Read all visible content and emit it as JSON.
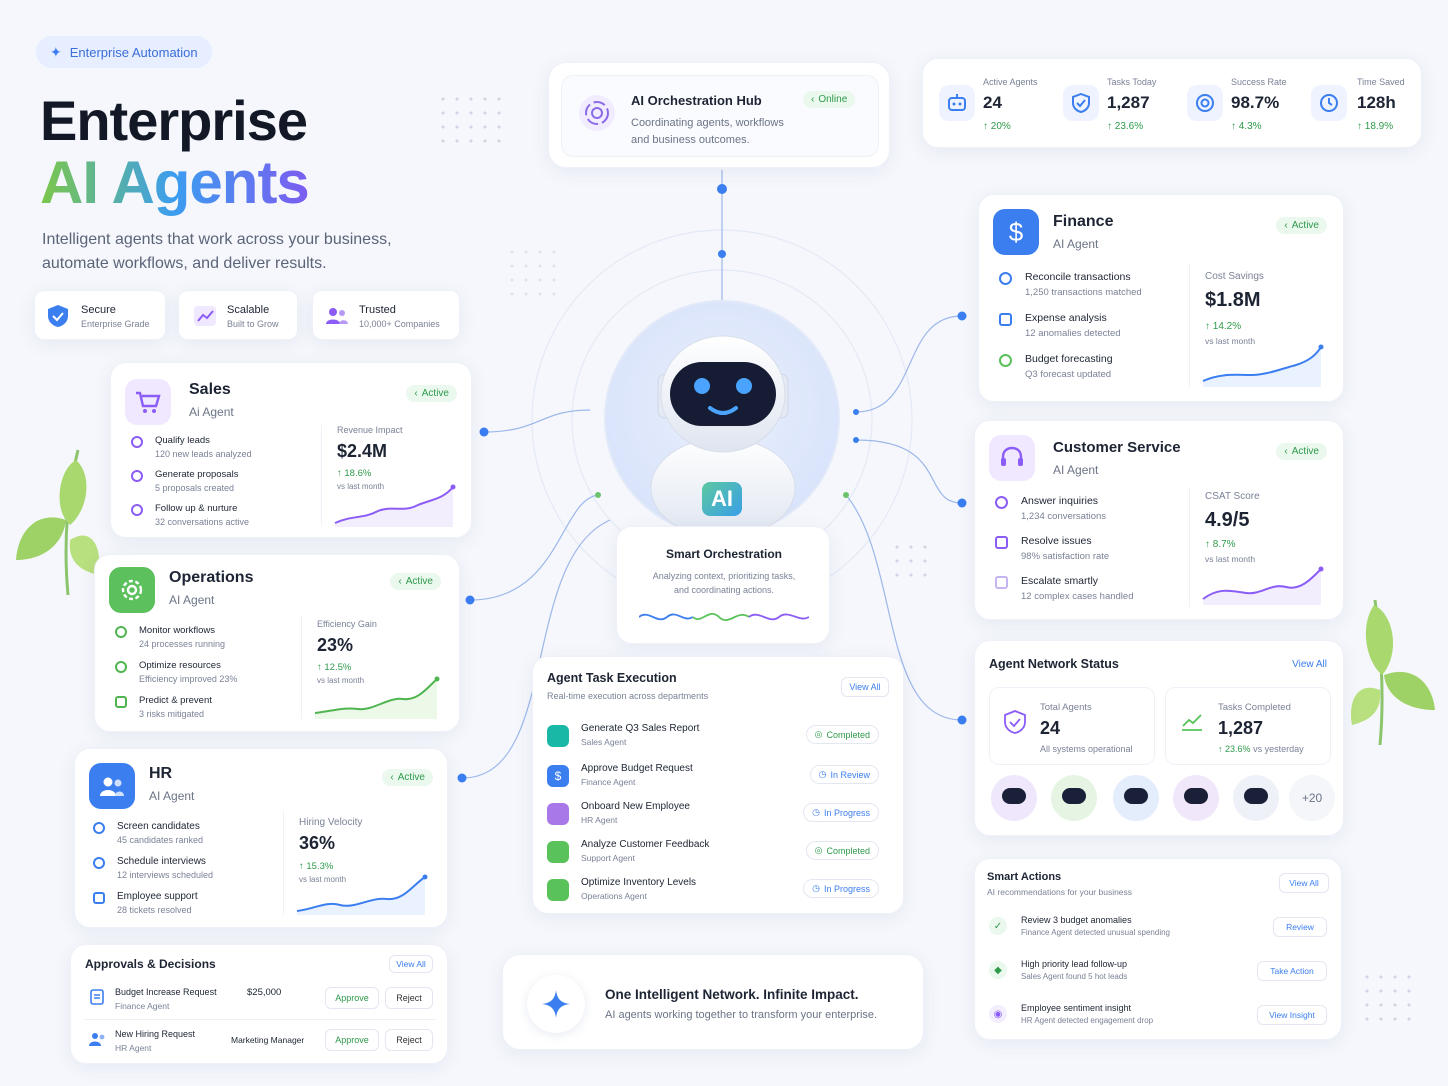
{
  "hero": {
    "badge": "Enterprise Automation",
    "title_line1": "Enterprise",
    "title_line2": "AI Agents",
    "subtitle_line1": "Intelligent agents that work across your business,",
    "subtitle_line2": "automate workflows, and deliver results.",
    "features": [
      {
        "title": "Secure",
        "sub": "Enterprise Grade"
      },
      {
        "title": "Scalable",
        "sub": "Built to Grow"
      },
      {
        "title": "Trusted",
        "sub": "10,000+ Companies"
      }
    ]
  },
  "hub": {
    "title": "AI Orchestration Hub",
    "status": "Online",
    "desc_line1": "Coordinating agents, workflows",
    "desc_line2": "and business outcomes."
  },
  "stats": [
    {
      "label": "Active Agents",
      "value": "24",
      "change": "20%"
    },
    {
      "label": "Tasks Today",
      "value": "1,287",
      "change": "23.6%"
    },
    {
      "label": "Success Rate",
      "value": "98.7%",
      "change": "4.3%"
    },
    {
      "label": "Time Saved",
      "value": "128h",
      "change": "18.9%"
    }
  ],
  "agents": {
    "sales": {
      "title": "Sales",
      "sub": "Ai Agent",
      "status": "Active",
      "metric_label": "Revenue Impact",
      "metric_value": "$2.4M",
      "metric_change": "18.6%",
      "metric_note": "vs last month",
      "tasks": [
        {
          "t": "Qualify leads",
          "s": "120 new leads analyzed"
        },
        {
          "t": "Generate proposals",
          "s": "5 proposals created"
        },
        {
          "t": "Follow up & nurture",
          "s": "32 conversations active"
        }
      ]
    },
    "operations": {
      "title": "Operations",
      "sub": "AI Agent",
      "status": "Active",
      "metric_label": "Efficiency Gain",
      "metric_value": "23%",
      "metric_change": "12.5%",
      "metric_note": "vs last month",
      "tasks": [
        {
          "t": "Monitor workflows",
          "s": "24 processes running"
        },
        {
          "t": "Optimize resources",
          "s": "Efficiency improved 23%"
        },
        {
          "t": "Predict & prevent",
          "s": "3 risks mitigated"
        }
      ]
    },
    "hr": {
      "title": "HR",
      "sub": "AI Agent",
      "status": "Active",
      "metric_label": "Hiring Velocity",
      "metric_value": "36%",
      "metric_change": "15.3%",
      "metric_note": "vs last month",
      "tasks": [
        {
          "t": "Screen candidates",
          "s": "45 candidates ranked"
        },
        {
          "t": "Schedule interviews",
          "s": "12 interviews scheduled"
        },
        {
          "t": "Employee support",
          "s": "28 tickets resolved"
        }
      ]
    },
    "finance": {
      "title": "Finance",
      "sub": "AI Agent",
      "status": "Active",
      "metric_label": "Cost Savings",
      "metric_value": "$1.8M",
      "metric_change": "14.2%",
      "metric_note": "vs last month",
      "tasks": [
        {
          "t": "Reconcile transactions",
          "s": "1,250 transactions matched"
        },
        {
          "t": "Expense analysis",
          "s": "12 anomalies detected"
        },
        {
          "t": "Budget forecasting",
          "s": "Q3 forecast updated"
        }
      ]
    },
    "cs": {
      "title": "Customer Service",
      "sub": "AI Agent",
      "status": "Active",
      "metric_label": "CSAT Score",
      "metric_value": "4.9/5",
      "metric_change": "8.7%",
      "metric_note": "vs last month",
      "tasks": [
        {
          "t": "Answer inquiries",
          "s": "1,234 conversations"
        },
        {
          "t": "Resolve issues",
          "s": "98% satisfaction rate"
        },
        {
          "t": "Escalate smartly",
          "s": "12 complex cases handled"
        }
      ]
    }
  },
  "robot": {
    "badge": "AI"
  },
  "smart_orch": {
    "title": "Smart Orchestration",
    "line1": "Analyzing context, prioritizing tasks,",
    "line2": "and coordinating actions."
  },
  "task_exec": {
    "title": "Agent Task Execution",
    "sub": "Real-time execution across departments",
    "view_all": "View All",
    "rows": [
      {
        "t": "Generate Q3 Sales Report",
        "s": "Sales Agent",
        "status": "Completed",
        "color": "#19b8a6"
      },
      {
        "t": "Approve Budget Request",
        "s": "Finance Agent",
        "status": "In Review",
        "color": "#3b7ef0"
      },
      {
        "t": "Onboard New Employee",
        "s": "HR Agent",
        "status": "In Progress",
        "color": "#a978e8"
      },
      {
        "t": "Analyze Customer Feedback",
        "s": "Support Agent",
        "status": "Completed",
        "color": "#59c25a"
      },
      {
        "t": "Optimize Inventory Levels",
        "s": "Operations Agent",
        "status": "In Progress",
        "color": "#59c25a"
      }
    ]
  },
  "network": {
    "title": "Agent Network Status",
    "view_all": "View All",
    "total_label": "Total Agents",
    "total_value": "24",
    "total_note": "All systems operational",
    "tasks_label": "Tasks Completed",
    "tasks_value": "1,287",
    "tasks_change": "23.6%",
    "tasks_note": "vs yesterday",
    "more": "+20"
  },
  "approvals": {
    "title": "Approvals & Decisions",
    "view_all": "View All",
    "rows": [
      {
        "t": "Budget Increase Request",
        "s": "Finance Agent",
        "value": "$25,000",
        "approve": "Approve",
        "reject": "Reject"
      },
      {
        "t": "New Hiring Request",
        "s": "HR Agent",
        "value": "Marketing Manager",
        "approve": "Approve",
        "reject": "Reject"
      }
    ]
  },
  "network_banner": {
    "title": "One Intelligent Network. Infinite Impact.",
    "sub": "AI agents working together to transform your enterprise."
  },
  "smart_actions": {
    "title": "Smart Actions",
    "sub": "AI recommendations for your business",
    "view_all": "View All",
    "rows": [
      {
        "t": "Review 3 budget anomalies",
        "s": "Finance Agent detected unusual spending",
        "btn": "Review"
      },
      {
        "t": "High priority lead follow-up",
        "s": "Sales Agent found 5 hot leads",
        "btn": "Take Action"
      },
      {
        "t": "Employee sentiment insight",
        "s": "HR Agent detected engagement drop",
        "btn": "View Insight"
      }
    ]
  },
  "colors": {
    "primary": "#3b7ef0",
    "green": "#2e9a4a",
    "purple": "#8b5cf6"
  }
}
